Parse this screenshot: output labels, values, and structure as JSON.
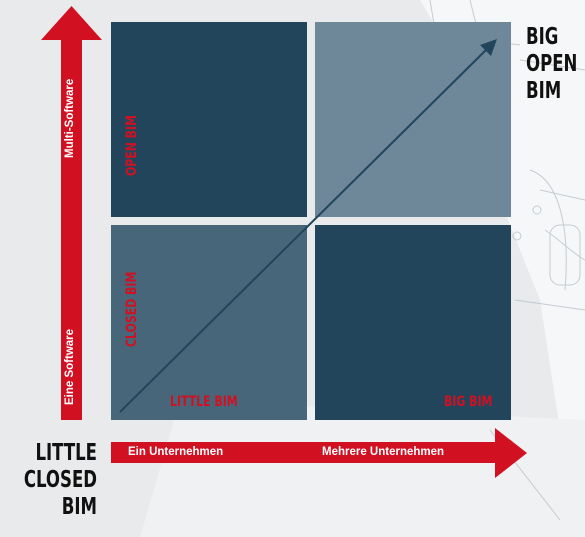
{
  "quadrants": {
    "open_bim": "OPEN BIM",
    "closed_bim": "CLOSED BIM",
    "little_bim": "LITTLE BIM",
    "big_bim": "BIG BIM"
  },
  "y_axis": {
    "low": "Eine Software",
    "high": "Multi-Software"
  },
  "x_axis": {
    "low": "Ein Unternehmen",
    "high": "Mehrere Unternehmen"
  },
  "corner_labels": {
    "top_right": [
      "BIG",
      "OPEN",
      "BIM"
    ],
    "bottom_left": [
      "LITTLE",
      "CLOSED",
      "BIM"
    ]
  },
  "colors": {
    "accent_red": "#d11022",
    "dark_blue": "#23455c",
    "mid_blue": "#48667a",
    "light_blue": "#6e8799"
  }
}
